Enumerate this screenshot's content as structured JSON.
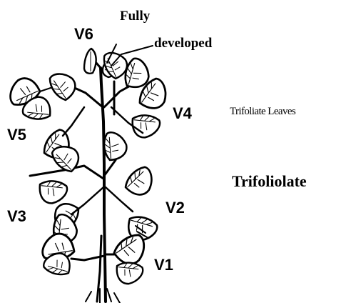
{
  "labels": {
    "fully_line1": "Fully",
    "fully_line2": "developed",
    "v6": "V6",
    "v5": "V5",
    "v4": "V4",
    "v3": "V3",
    "v2": "V2",
    "v1": "V1"
  },
  "side": {
    "trifoliate_leaves": "Trifoliate Leaves",
    "trifoliolate": "Trifoliolate"
  }
}
